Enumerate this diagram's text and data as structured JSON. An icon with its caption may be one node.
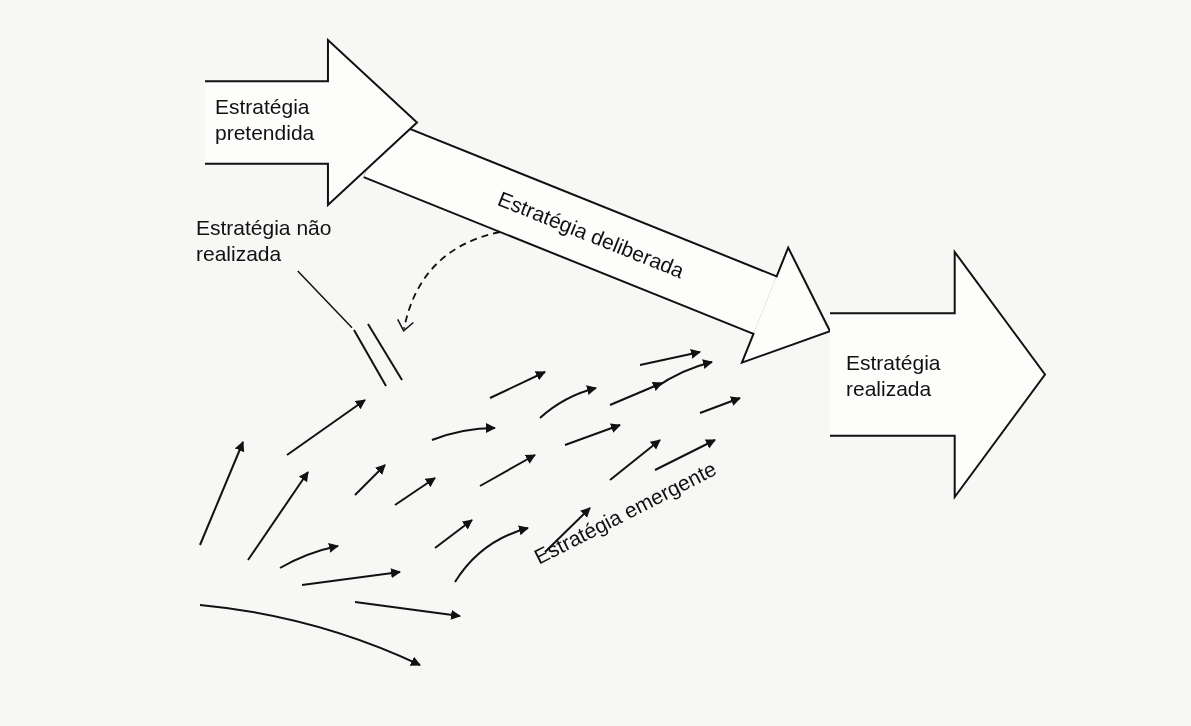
{
  "diagram": {
    "nodes": [
      {
        "text": [
          "Estratégia pretendida"
        ]
      },
      {
        "text": [
          "Estratégia não realizada"
        ]
      },
      {
        "text": [],
        "shape": "bar"
      },
      {
        "text": [
          "Estratégia realizada"
        ]
      }
    ],
    "edges": [
      {
        "from": 0,
        "to": 3,
        "arrow": "to",
        "label": "Estratégia deliberada",
        "style": "thick"
      },
      {
        "from": 1,
        "to": 2,
        "arrow": "none"
      },
      {
        "from": null,
        "to": 2,
        "arrow": "to",
        "style": "dashed"
      }
    ],
    "labels": [
      "Estratégia emergente"
    ]
  }
}
